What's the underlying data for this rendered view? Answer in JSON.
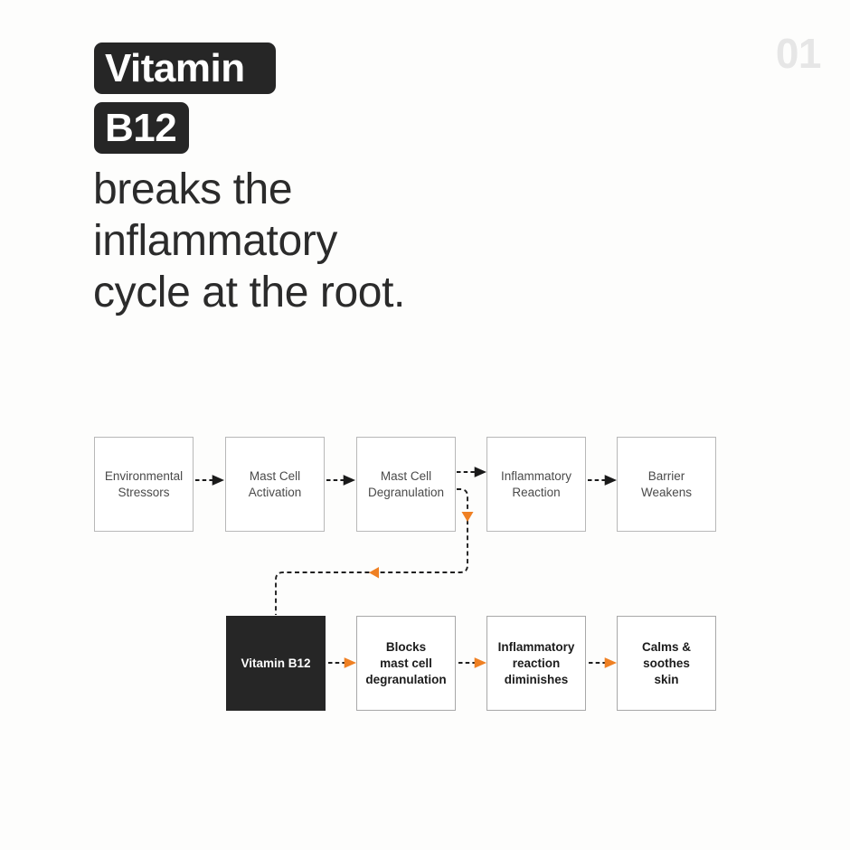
{
  "page": {
    "number": "01",
    "background_color": "#fdfdfc"
  },
  "title": {
    "badges": [
      {
        "text": "Vitamin"
      },
      {
        "text": "B12"
      }
    ],
    "badge_bg_color": "#262626",
    "badge_text_color": "#ffffff"
  },
  "headline": {
    "lines": [
      "breaks the",
      "inflammatory",
      "cycle at the root."
    ],
    "color": "#2b2b2b"
  },
  "colors": {
    "accent_orange": "#ef8023",
    "dark": "#262626",
    "node_border_light": "#b8b8b8",
    "node_border_dark": "#a8a8a8",
    "text_gray": "#4a4a4a",
    "page_number_gray": "#e6e6e6"
  },
  "diagram": {
    "type": "flowchart",
    "rows": [
      {
        "name": "inflammatory-cascade",
        "arrow_color": "#1a1a1a",
        "nodes": [
          {
            "id": "environmental-stressors",
            "label": "Environmental\nStressors",
            "style": "outline"
          },
          {
            "id": "mast-cell-activation",
            "label": "Mast Cell\nActivation",
            "style": "outline"
          },
          {
            "id": "mast-cell-degranulation",
            "label": "Mast Cell\nDegranulation",
            "style": "outline"
          },
          {
            "id": "inflammatory-reaction",
            "label": "Inflammatory\nReaction",
            "style": "outline"
          },
          {
            "id": "barrier-weakens",
            "label": "Barrier\nWeakens",
            "style": "outline"
          }
        ]
      },
      {
        "name": "b12-intervention",
        "arrow_color": "#ef8023",
        "nodes": [
          {
            "id": "vitamin-b12",
            "label": "Vitamin B12",
            "style": "filled"
          },
          {
            "id": "blocks-degranulation",
            "label": "Blocks\nmast cell\ndegranulation",
            "style": "outline-bold"
          },
          {
            "id": "reaction-diminishes",
            "label": "Inflammatory\nreaction\ndiminishes",
            "style": "outline-bold"
          },
          {
            "id": "calms-soothes-skin",
            "label": "Calms &\nsoothes\nskin",
            "style": "outline-bold"
          }
        ]
      }
    ],
    "feedback_connector": {
      "from": "mast-cell-degranulation",
      "to": "vitamin-b12",
      "style": "dashed",
      "arrow_color": "#ef8023",
      "line_color": "#1f1f1f"
    }
  }
}
